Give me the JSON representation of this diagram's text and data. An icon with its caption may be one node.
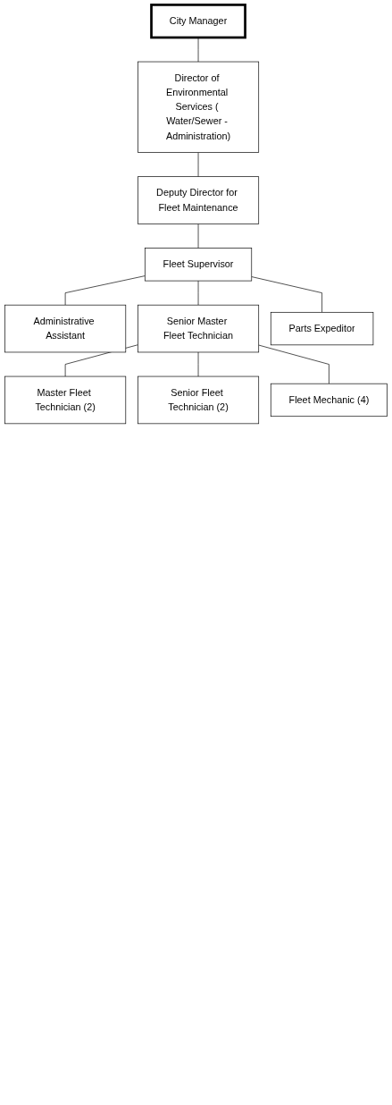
{
  "diagram": {
    "nodes": [
      {
        "text": [
          "City Manager"
        ]
      },
      {
        "text": [
          "Director of Environmental Services ( Water/Sewer - Administration)"
        ]
      },
      {
        "text": [
          "Deputy Director for Fleet Maintenance"
        ]
      },
      {
        "text": [
          "Fleet Supervisor"
        ]
      },
      {
        "text": [
          "Administrative Assistant"
        ]
      },
      {
        "text": [
          "Senior Master Fleet Technician"
        ]
      },
      {
        "text": [
          "Parts Expeditor"
        ]
      },
      {
        "text": [
          "Master Fleet Technician (2)"
        ]
      },
      {
        "text": [
          "Senior Fleet Technician (2)"
        ]
      },
      {
        "text": [
          "Fleet Mechanic (4)"
        ]
      }
    ],
    "edges": [
      {
        "from": 0,
        "to": 1,
        "arrow": "none"
      },
      {
        "from": 1,
        "to": 2,
        "arrow": "none"
      },
      {
        "from": 2,
        "to": 3,
        "arrow": "none"
      },
      {
        "from": 3,
        "to": 4,
        "arrow": "none"
      },
      {
        "from": 3,
        "to": 5,
        "arrow": "none"
      },
      {
        "from": 3,
        "to": 6,
        "arrow": "none"
      },
      {
        "from": 5,
        "to": 7,
        "arrow": "none"
      },
      {
        "from": 5,
        "to": 8,
        "arrow": "none"
      },
      {
        "from": 5,
        "to": 9,
        "arrow": "none"
      }
    ]
  }
}
